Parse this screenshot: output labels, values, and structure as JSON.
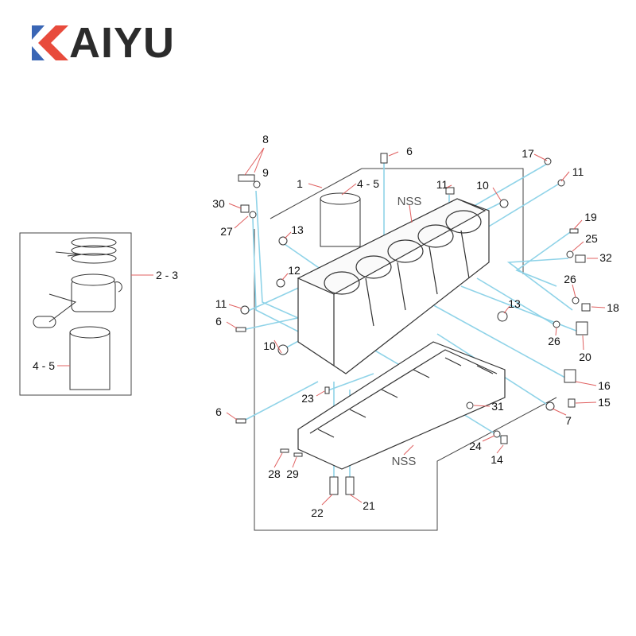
{
  "logo": {
    "brand_text": "KAIYU",
    "letters": "AIYU",
    "colors": {
      "blue": "#3a66b5",
      "red": "#e84b3c",
      "text": "#2b2b2b"
    }
  },
  "diagram": {
    "leader_color": "#8fd3e8",
    "labels": [
      "8",
      "9",
      "30",
      "27",
      "1",
      "4 - 5",
      "6",
      "NSS",
      "11",
      "10",
      "17",
      "11",
      "19",
      "25",
      "32",
      "13",
      "12",
      "11",
      "6",
      "10",
      "13",
      "26",
      "18",
      "26",
      "20",
      "16",
      "15",
      "7",
      "31",
      "23",
      "6",
      "24",
      "14",
      "NSS",
      "28",
      "29",
      "22",
      "21",
      "2 - 3",
      "4 - 5"
    ]
  }
}
